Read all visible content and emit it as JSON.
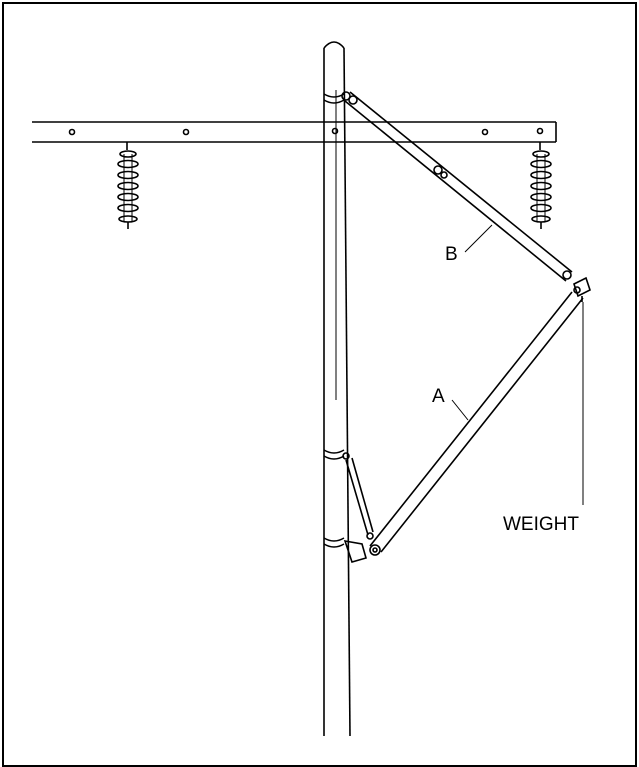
{
  "diagram": {
    "labels": {
      "brace_b": "B",
      "brace_a": "A",
      "weight": "WEIGHT"
    },
    "colors": {
      "stroke": "#000000",
      "background": "#ffffff"
    }
  }
}
